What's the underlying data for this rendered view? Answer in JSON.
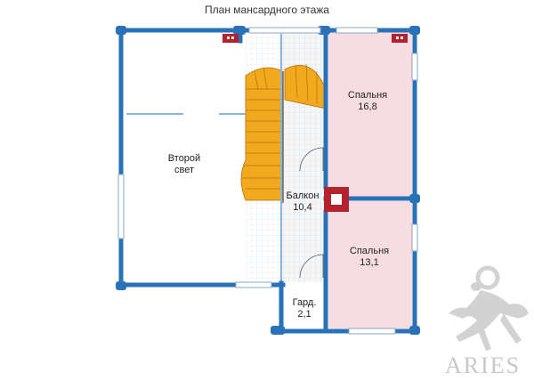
{
  "plan": {
    "title": "План мансардного этажа",
    "brand": "ARIES",
    "rooms": [
      {
        "id": "second-light",
        "name": "Второй",
        "area": "свет"
      },
      {
        "id": "bedroom-1",
        "name": "Спальня",
        "area": "16,8"
      },
      {
        "id": "balcony",
        "name": "Балкон",
        "area": "10,4"
      },
      {
        "id": "bedroom-2",
        "name": "Спальня",
        "area": "13,1"
      },
      {
        "id": "wardrobe",
        "name": "Гард.",
        "area": "2,1"
      }
    ],
    "colors": {
      "wall": "#2a72b8",
      "bedroom_fill": "#f7dde2",
      "balcony_fill": "#f3f3f3",
      "stair": "#f2a91e",
      "chimney": "#b3232e",
      "grid": "#9ec7e6"
    }
  }
}
